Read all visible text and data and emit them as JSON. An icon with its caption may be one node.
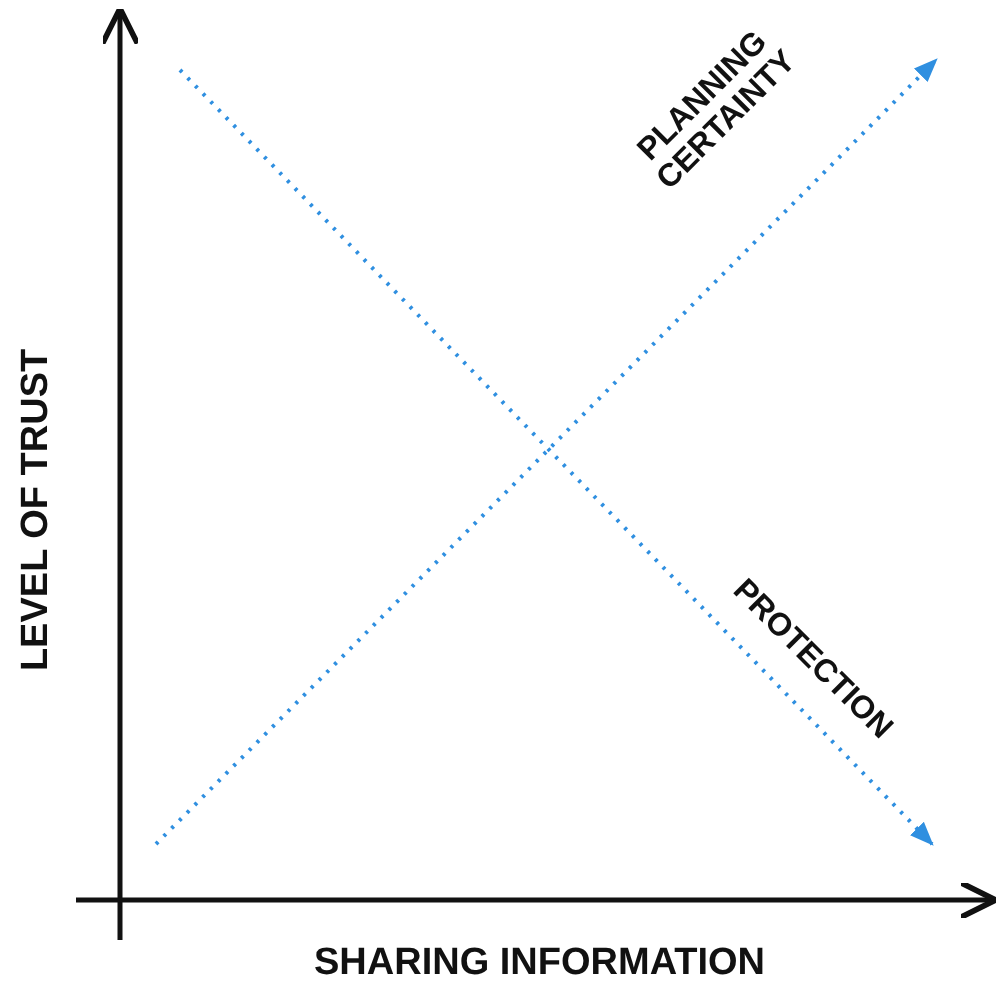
{
  "diagram": {
    "labels": [
      "PLANNING CERTAINTY",
      "PROTECTION",
      "LEVEL OF TRUST",
      "SHARING INFORMATION"
    ]
  }
}
